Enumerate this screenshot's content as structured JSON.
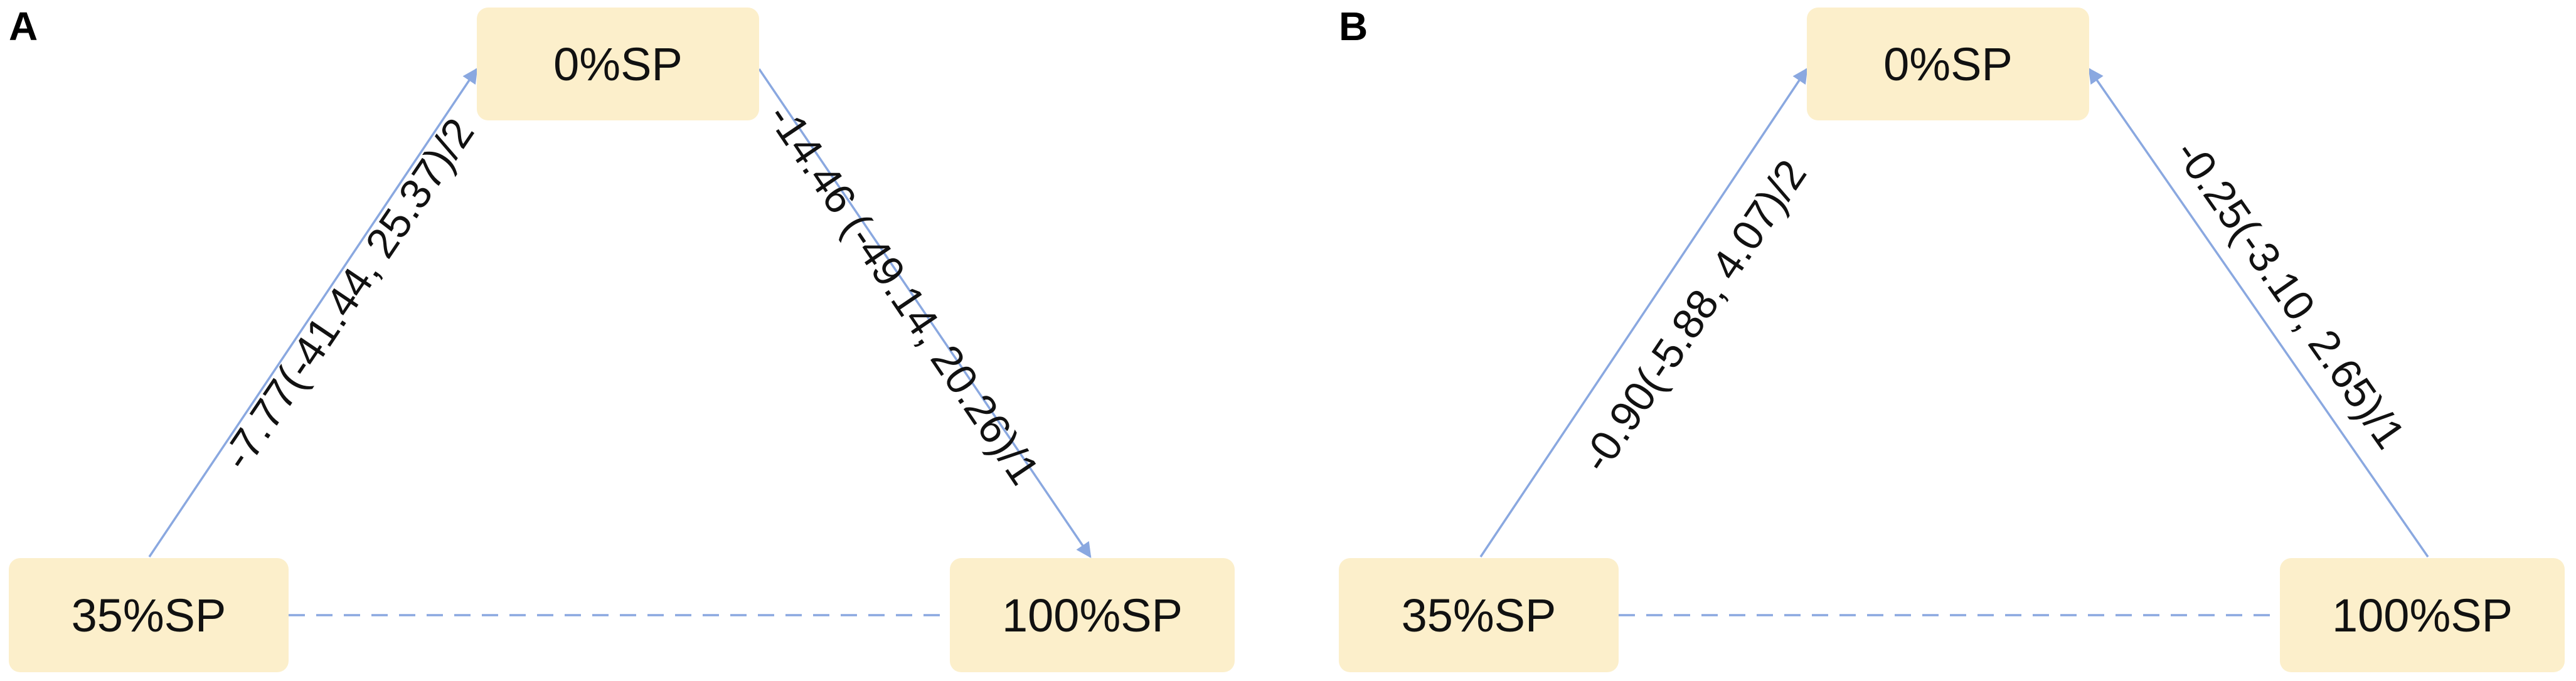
{
  "colors": {
    "node_fill": "#fcefcb",
    "edge_color": "#8aa8e0",
    "text": "#111111"
  },
  "panels": [
    {
      "letter": "A",
      "nodes": {
        "top": "0%SP",
        "left": "35%SP",
        "right": "100%SP"
      },
      "edges": {
        "left_to_top": {
          "label": "-7.77(-41.44, 25.37)/2",
          "arrow_at": "top"
        },
        "top_to_right": {
          "label": "-14.46 (-49.14, 20.26)/1",
          "arrow_at": "right"
        },
        "left_right": {
          "style": "dashed"
        }
      }
    },
    {
      "letter": "B",
      "nodes": {
        "top": "0%SP",
        "left": "35%SP",
        "right": "100%SP"
      },
      "edges": {
        "left_to_top": {
          "label": "-0.90(-5.88, 4.07)/2",
          "arrow_at": "top"
        },
        "right_to_top": {
          "label": "-0.25(-3.10, 2.65)/1",
          "arrow_at": "top"
        },
        "left_right": {
          "style": "dashed"
        }
      }
    }
  ]
}
